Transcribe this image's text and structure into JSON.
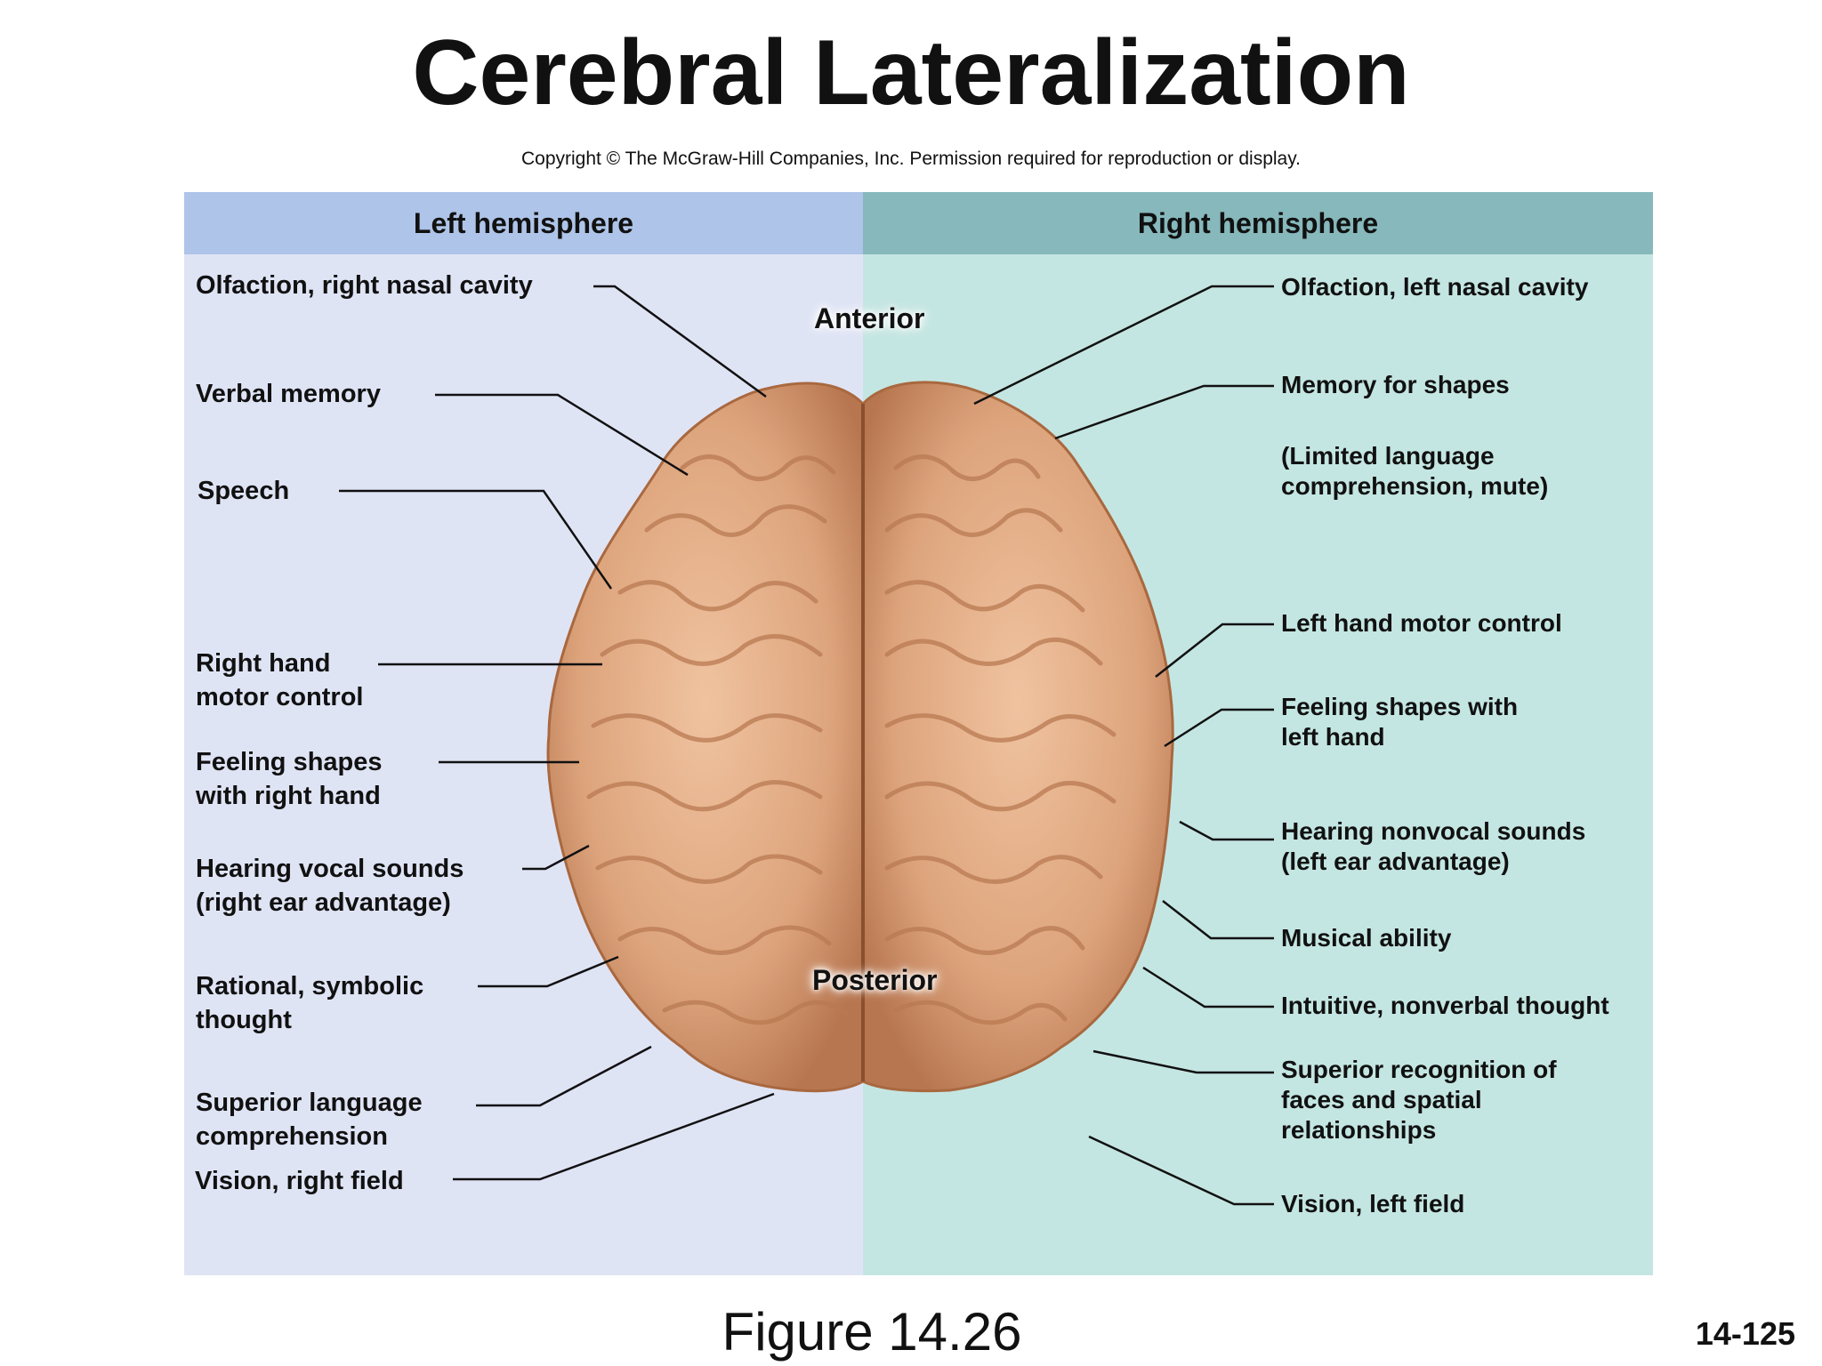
{
  "title": "Cerebral Lateralization",
  "copyright": "Copyright © The McGraw-Hill Companies, Inc. Permission required for reproduction or display.",
  "headers": {
    "left": "Left hemisphere",
    "right": "Right hemisphere"
  },
  "orientation": {
    "anterior": "Anterior",
    "posterior": "Posterior"
  },
  "left_labels": [
    [
      "Olfaction, right nasal cavity"
    ],
    [
      "Verbal memory"
    ],
    [
      "Speech"
    ],
    [
      "Right hand",
      "motor control"
    ],
    [
      "Feeling shapes",
      "with right hand"
    ],
    [
      "Hearing vocal sounds",
      "(right ear advantage)"
    ],
    [
      "Rational, symbolic",
      "thought"
    ],
    [
      "Superior language",
      "comprehension"
    ],
    [
      "Vision, right field"
    ]
  ],
  "right_labels": [
    [
      "Olfaction, left nasal cavity"
    ],
    [
      "Memory for shapes"
    ],
    [
      "(Limited language",
      "comprehension, mute)"
    ],
    [
      "Left hand motor control"
    ],
    [
      "Feeling shapes with",
      "left hand"
    ],
    [
      "Hearing nonvocal sounds",
      "(left ear advantage)"
    ],
    [
      "Musical ability"
    ],
    [
      "Intuitive, nonverbal thought"
    ],
    [
      "Superior recognition of",
      "faces and spatial",
      "relationships"
    ],
    [
      "Vision, left field"
    ]
  ],
  "figure_caption": "Figure 14.26",
  "slide_number": "14-125",
  "colors": {
    "left_panel": "#dfe4f5",
    "left_header": "#aec4e8",
    "right_panel": "#c4e6e2",
    "right_header": "#86b8bc",
    "brain": "#d9a57e",
    "brain_shadow": "#a9683f"
  }
}
